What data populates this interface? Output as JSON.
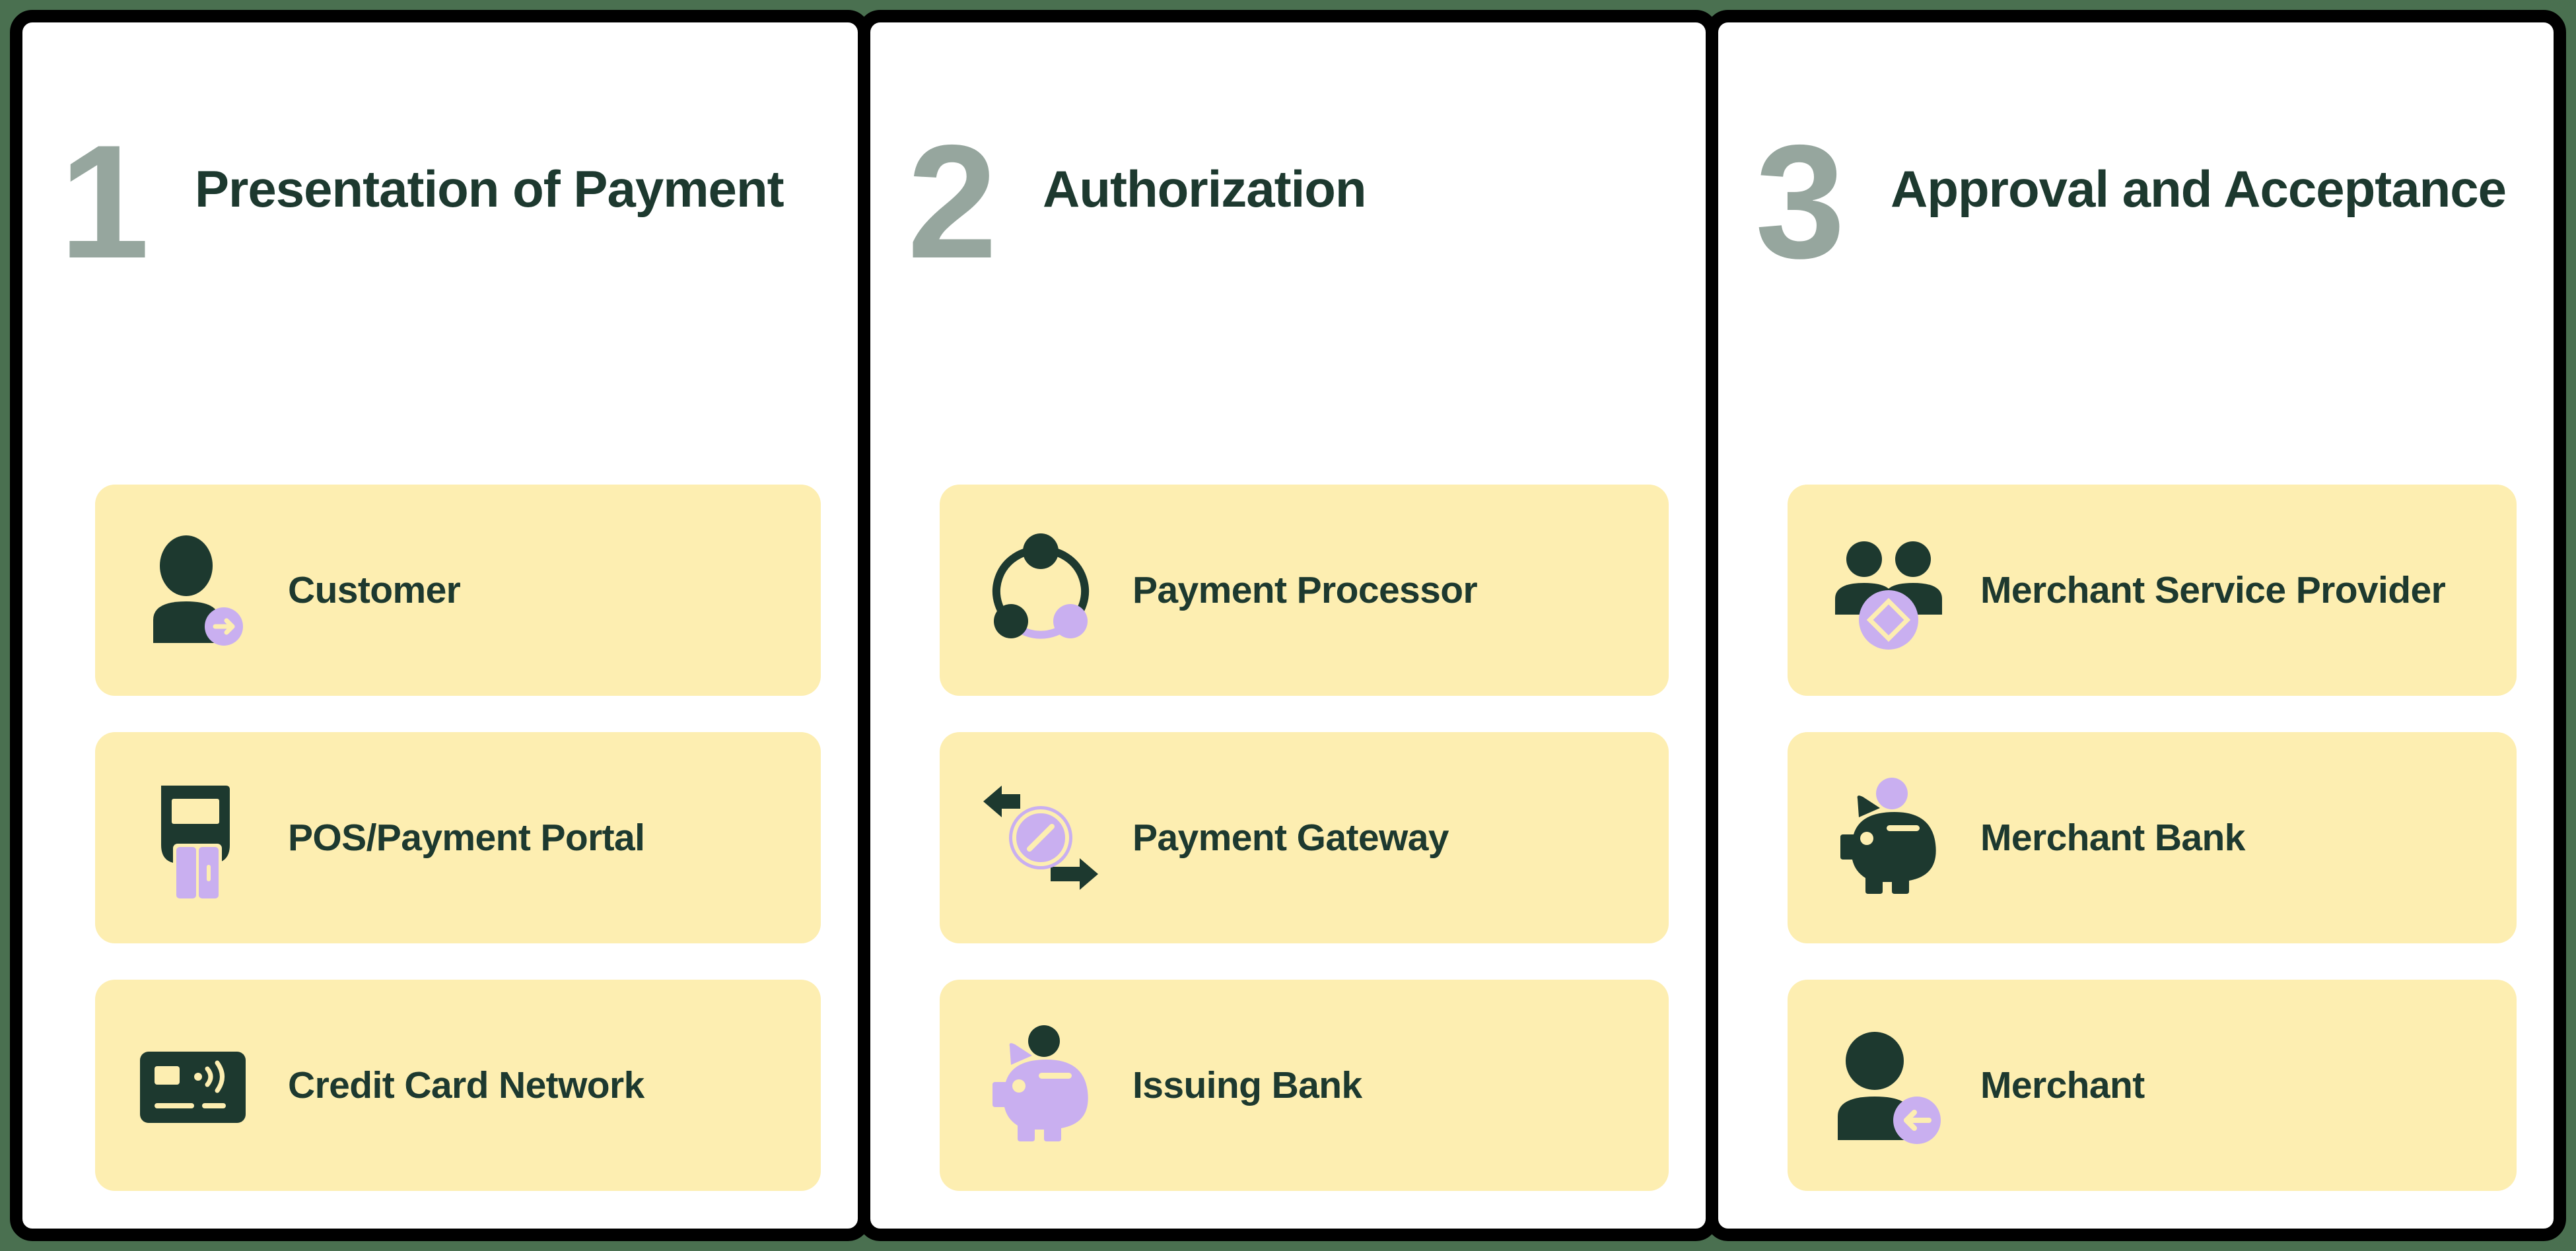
{
  "theme": {
    "background": "#4a7050",
    "card_background": "#ffffff",
    "card_border": "#000000",
    "pill_background": "#fdeeb1",
    "text_dark_green": "#1d392f",
    "number_gray": "#96a69e",
    "accent_purple": "#c9aff0",
    "accent_dark": "#1d392f"
  },
  "columns": [
    {
      "number": "1",
      "title": "Presentation of Payment",
      "items": [
        {
          "label": "Customer",
          "icon": "customer-arrow-icon"
        },
        {
          "label": "POS/Payment Portal",
          "icon": "pos-terminal-icon"
        },
        {
          "label": "Credit Card Network",
          "icon": "contactless-credit-card-icon"
        }
      ]
    },
    {
      "number": "2",
      "title": "Authorization",
      "items": [
        {
          "label": "Payment Processor",
          "icon": "network-cycle-icon"
        },
        {
          "label": "Payment Gateway",
          "icon": "gateway-arrows-icon"
        },
        {
          "label": "Issuing Bank",
          "icon": "piggy-bank-purple-icon"
        }
      ]
    },
    {
      "number": "3",
      "title": "Approval and Acceptance",
      "items": [
        {
          "label": "Merchant Service Provider",
          "icon": "two-people-diamond-icon"
        },
        {
          "label": "Merchant Bank",
          "icon": "piggy-bank-dark-icon"
        },
        {
          "label": "Merchant",
          "icon": "person-back-arrow-icon"
        }
      ]
    }
  ]
}
